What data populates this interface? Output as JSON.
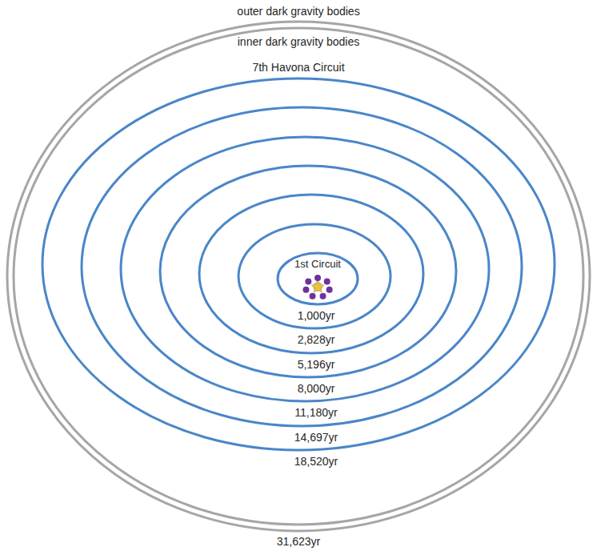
{
  "diagram": {
    "labels": [
      "outer dark gravity bodies",
      "inner dark gravity bodies",
      "7th Havona Circuit",
      "1st Circuit",
      "1,000yr",
      "2,828yr",
      "5,196yr",
      "8,000yr",
      "11,180yr",
      "14,697yr",
      "18,520yr",
      "31,623yr"
    ]
  }
}
